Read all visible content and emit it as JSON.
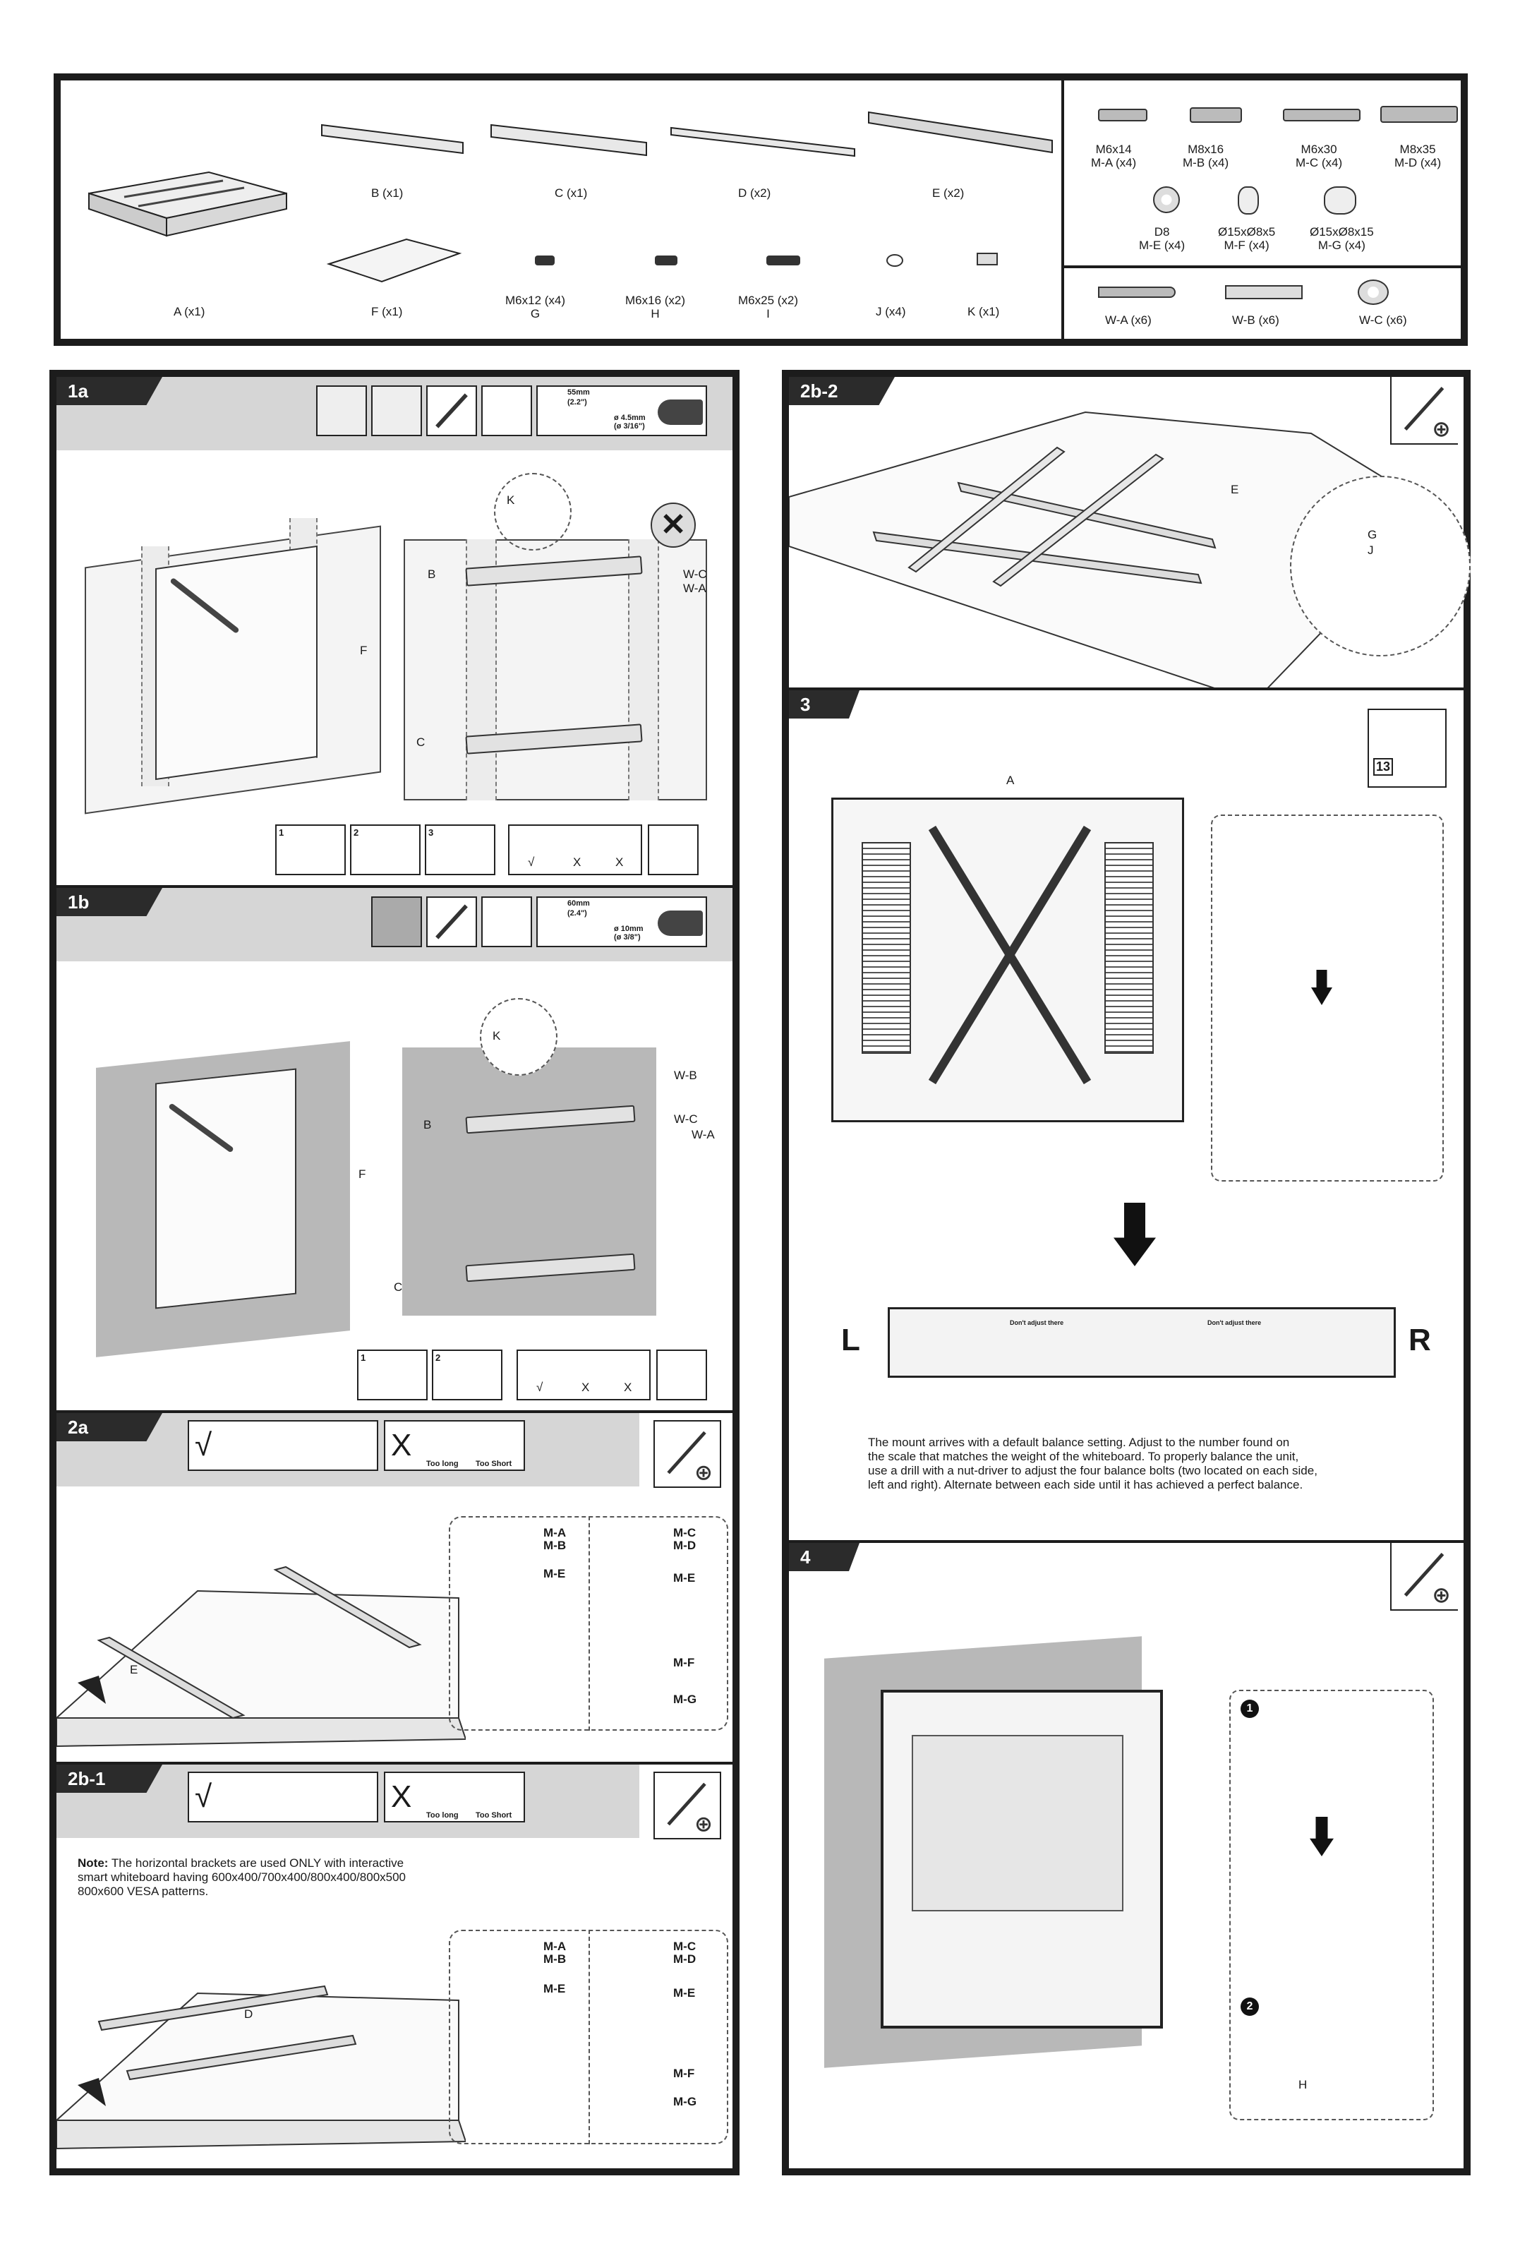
{
  "parts": {
    "A": "A (x1)",
    "B": "B (x1)",
    "C": "C (x1)",
    "D": "D (x2)",
    "E": "E (x2)",
    "F": "F (x1)",
    "G_line1": "M6x12 (x4)",
    "G_line2": "G",
    "H_line1": "M6x16 (x2)",
    "H_line2": "H",
    "I_line1": "M6x25 (x2)",
    "I_line2": "I",
    "J": "J (x4)",
    "K": "K (x1)",
    "MA_line1": "M6x14",
    "MA_line2": "M-A (x4)",
    "MB_line1": "M8x16",
    "MB_line2": "M-B (x4)",
    "MC_line1": "M6x30",
    "MC_line2": "M-C (x4)",
    "MD_line1": "M8x35",
    "MD_line2": "M-D (x4)",
    "ME_line1": "D8",
    "ME_line2": "M-E (x4)",
    "MF_line1": "Ø15xØ8x5",
    "MF_line2": "M-F (x4)",
    "MG_line1": "Ø15xØ8x15",
    "MG_line2": "M-G (x4)",
    "WA": "W-A (x6)",
    "WB": "W-B (x6)",
    "WC": "W-C (x6)"
  },
  "step_1a": {
    "tag": "1a",
    "dim_mm": "55mm",
    "dim_in": "(2.2\")",
    "drill_a": "ø 4.5mm",
    "drill_b": "(ø 3/16\")",
    "labels": {
      "F": "F",
      "K": "K",
      "B": "B",
      "C": "C",
      "WC": "W-C",
      "WA": "W-A"
    },
    "sub": [
      "1",
      "2",
      "3"
    ],
    "checks": [
      "√",
      "X",
      "X"
    ]
  },
  "step_1b": {
    "tag": "1b",
    "dim_mm": "60mm",
    "dim_in": "(2.4\")",
    "drill_a": "ø 10mm",
    "drill_b": "(ø 3/8\")",
    "labels": {
      "F": "F",
      "K": "K",
      "B": "B",
      "C": "C",
      "WB": "W-B",
      "WC": "W-C",
      "WA": "W-A"
    },
    "sub": [
      "1",
      "2"
    ],
    "checks": [
      "√",
      "X",
      "X"
    ]
  },
  "step_2a": {
    "tag": "2a",
    "ok": "√",
    "bad": "X",
    "too_long": "Too long",
    "too_short": "Too Short",
    "labels": {
      "E": "E",
      "MA": "M-A",
      "MB": "M-B",
      "ME": "M-E",
      "MC": "M-C",
      "MD": "M-D",
      "ME2": "M-E",
      "MF": "M-F",
      "MG": "M-G"
    }
  },
  "step_2b1": {
    "tag": "2b-1",
    "ok": "√",
    "bad": "X",
    "too_long": "Too long",
    "too_short": "Too Short",
    "note_bold": "Note:",
    "note_l1": " The horizontal brackets are used ONLY with interactive",
    "note_l2": "smart whiteboard having 600x400/700x400/800x400/800x500",
    "note_l3": "800x600 VESA patterns.",
    "labels": {
      "D": "D",
      "MA": "M-A",
      "MB": "M-B",
      "ME": "M-E",
      "MC": "M-C",
      "MD": "M-D",
      "ME2": "M-E",
      "MF": "M-F",
      "MG": "M-G"
    }
  },
  "step_2b2": {
    "tag": "2b-2",
    "labels": {
      "E": "E",
      "G": "G",
      "J": "J"
    }
  },
  "step_3": {
    "tag": "3",
    "A": "A",
    "socket": "13",
    "L": "L",
    "R": "R",
    "dont1": "Don't adjust there",
    "dont2": "Don't adjust there",
    "text_l1": "The mount arrives with a default balance setting. Adjust to the number found on",
    "text_l2": "the scale that matches the weight of the whiteboard. To properly balance the unit,",
    "text_l3": "use a drill with a nut-driver to adjust the four balance bolts (two located on each side,",
    "text_l4": "left and right). Alternate between each side until it has achieved a perfect balance."
  },
  "step_4": {
    "tag": "4",
    "one": "1",
    "two": "2",
    "H": "H"
  }
}
